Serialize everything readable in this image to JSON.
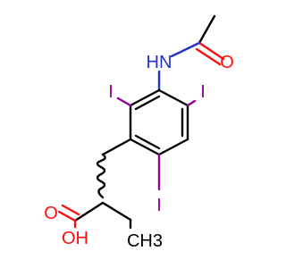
{
  "atoms": {
    "nh": {
      "label": "HN",
      "color": "#2233cc"
    },
    "o_amide": {
      "label": "O",
      "color": "#ff0d0d"
    },
    "i_top": {
      "label": "I",
      "color": "#940094"
    },
    "i_right": {
      "label": "I",
      "color": "#940094"
    },
    "i_bottom": {
      "label": "I",
      "color": "#940094"
    },
    "o_carbonyl": {
      "label": "O",
      "color": "#ff0d0d"
    },
    "oh": {
      "label": "OH",
      "color": "#ff0d0d"
    },
    "ch3": {
      "label": "CH3",
      "color": "#000000"
    }
  }
}
